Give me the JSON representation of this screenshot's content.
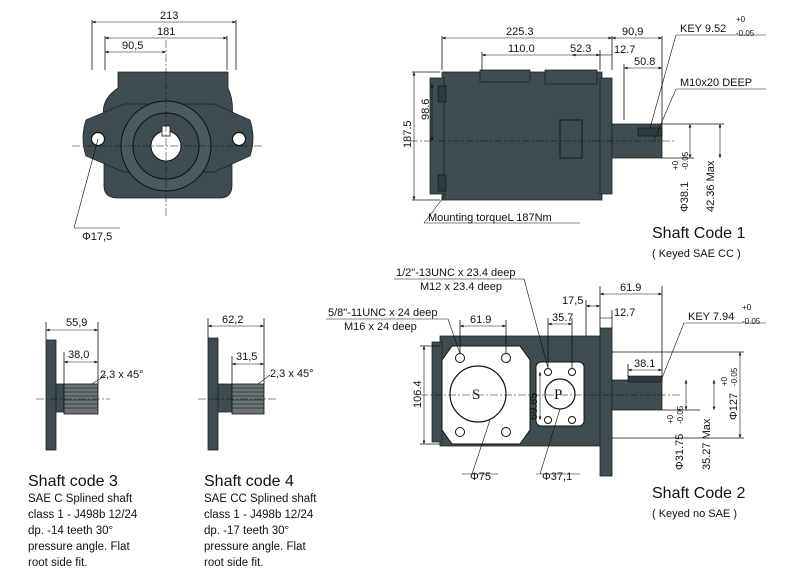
{
  "front_view": {
    "dim_213": "213",
    "dim_181": "181",
    "dim_90_5": "90,5",
    "dim_phi17_5": "Φ17,5"
  },
  "side_view_1": {
    "dim_225_3": "225.3",
    "dim_90_9": "90,9",
    "dim_110_0": "110.0",
    "dim_52_3": "52.3",
    "dim_12_7": "12.7",
    "dim_50_8": "50.8",
    "dim_98_6": "98.6",
    "dim_187_5": "187.5",
    "key_label": "KEY 9.52",
    "key_tol_plus": "+0",
    "key_tol_minus": "-0.05",
    "thread_label": "M10x20 DEEP",
    "shaft_dia": "Φ38.1",
    "shaft_tol_minus": "-0.05",
    "shaft_tol_plus": "+0",
    "shaft_max": "42.36 Max",
    "mounting_torque": "Mounting torqueL 187Nm",
    "title": "Shaft Code 1",
    "subtitle": "( Keyed SAE CC )"
  },
  "shaft_code_3": {
    "dim_55_9": "55,9",
    "dim_38_0": "38,0",
    "chamfer": "2,3 x 45°",
    "title": "Shaft code 3",
    "desc_lines": [
      "SAE C Splined shaft",
      "class 1 - J498b 12/24",
      "dp. -14 teeth   30°",
      "pressure angle. Flat",
      "root side fit."
    ]
  },
  "shaft_code_4": {
    "dim_62_2": "62,2",
    "dim_31_5": "31,5",
    "chamfer": "2,3 x 45°",
    "title": "Shaft code 4",
    "desc_lines": [
      "SAE CC Splined shaft",
      "class 1 - J498b 12/24",
      "dp. -17 teeth   30°",
      "pressure angle. Flat",
      "root side fit."
    ]
  },
  "port_view": {
    "thread_unc_1": "1/2\"-13UNC x 23.4 deep",
    "thread_m12": "M12 x 23.4 deep",
    "thread_unc_2": "5/8\"-11UNC x 24 deep",
    "thread_m16": "M16 x 24 deep",
    "dim_61_9_a": "61.9",
    "dim_35_7": "35.7",
    "dim_106_4": "106.4",
    "dim_69_85": "69.85",
    "port_s": "S",
    "port_p": "P",
    "phi75": "Φ75",
    "phi37_1": "Φ37,1"
  },
  "side_view_2": {
    "dim_61_9": "61.9",
    "dim_17_5": "17,5",
    "dim_12_7": "12.7",
    "dim_38_1": "38.1",
    "key_label": "KEY 7.94",
    "key_tol_plus": "+0",
    "key_tol_minus": "-0.05",
    "shaft_dia": "Φ31.75",
    "shaft_tol_minus": "-0.05",
    "shaft_tol_plus": "+0",
    "shaft_max": "35.27 Max",
    "pilot_dia": "Φ127",
    "pilot_tol_minus": "-0.05",
    "pilot_tol_plus": "+0",
    "title": "Shaft Code 2",
    "subtitle": "( Keyed no SAE )"
  }
}
